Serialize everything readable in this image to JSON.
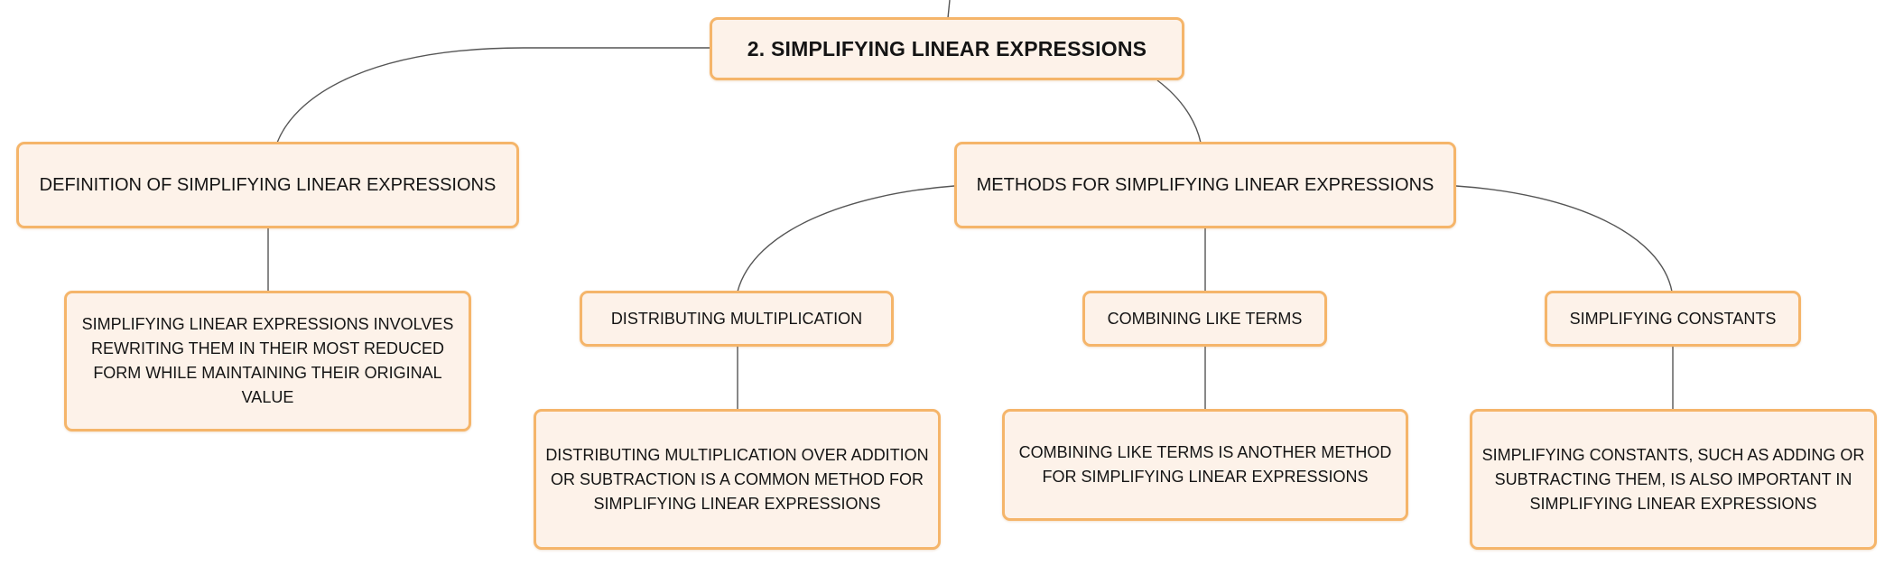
{
  "root": {
    "label": "2. SIMPLIFYING LINEAR EXPRESSIONS"
  },
  "definition": {
    "label": "DEFINITION OF SIMPLIFYING LINEAR EXPRESSIONS",
    "detail": "SIMPLIFYING LINEAR EXPRESSIONS INVOLVES REWRITING THEM IN THEIR MOST REDUCED FORM WHILE MAINTAINING THEIR ORIGINAL VALUE"
  },
  "methods": {
    "label": "METHODS FOR SIMPLIFYING LINEAR EXPRESSIONS",
    "items": [
      {
        "label": "DISTRIBUTING MULTIPLICATION",
        "detail": "DISTRIBUTING MULTIPLICATION OVER ADDITION OR SUBTRACTION IS A COMMON METHOD FOR SIMPLIFYING LINEAR EXPRESSIONS"
      },
      {
        "label": "COMBINING LIKE TERMS",
        "detail": "COMBINING LIKE TERMS IS ANOTHER METHOD FOR SIMPLIFYING LINEAR EXPRESSIONS"
      },
      {
        "label": "SIMPLIFYING CONSTANTS",
        "detail": "SIMPLIFYING CONSTANTS, SUCH AS ADDING OR SUBTRACTING THEM, IS ALSO IMPORTANT IN SIMPLIFYING LINEAR EXPRESSIONS"
      }
    ]
  },
  "colors": {
    "node_fill": "#fdf2e9",
    "node_border": "#f5b56a",
    "connector": "#555555"
  }
}
